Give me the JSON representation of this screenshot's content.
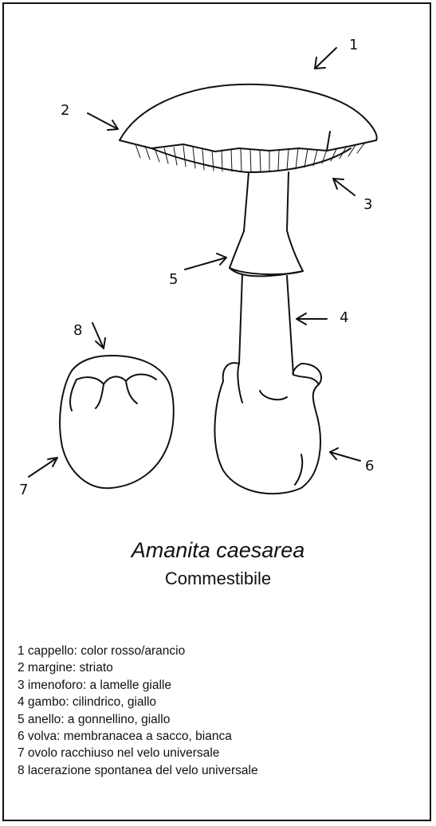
{
  "species_name": "Amanita caesarea",
  "edibility": "Commestibile",
  "diagram_numbers": [
    "1",
    "2",
    "3",
    "4",
    "5",
    "6",
    "7",
    "8"
  ],
  "legend": [
    "1 cappello: color rosso/arancio",
    "2 margine: striato",
    "3 imenoforo: a lamelle gialle",
    "4 gambo: cilindrico, giallo",
    "5 anello: a gonnellino, giallo",
    "6 volva: membranacea a sacco, bianca",
    "7 ovolo racchiuso nel velo universale",
    "8 lacerazione spontanea del velo universale"
  ]
}
